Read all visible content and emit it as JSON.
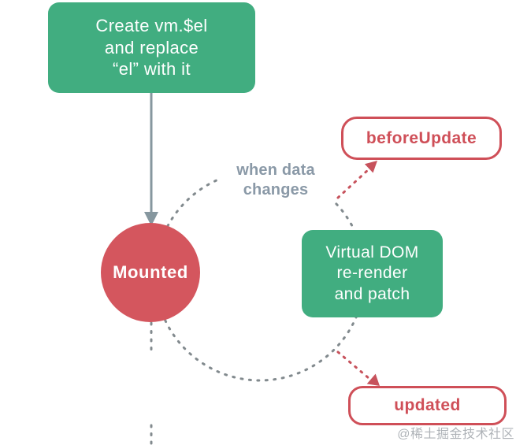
{
  "diagram": {
    "title_hint": "Vue instance lifecycle (mounted / update loop section)",
    "nodes": {
      "create_el": {
        "type": "process",
        "lines": [
          "Create vm.$el",
          "and replace",
          "“el” with it"
        ]
      },
      "mounted": {
        "type": "state",
        "label": "Mounted"
      },
      "before_update": {
        "type": "lifecycle-hook",
        "label": "beforeUpdate"
      },
      "virtual_dom": {
        "type": "process",
        "lines": [
          "Virtual DOM",
          "re-render",
          "and patch"
        ]
      },
      "updated": {
        "type": "lifecycle-hook",
        "label": "updated"
      }
    },
    "annotations": {
      "when_data_changes": {
        "lines": [
          "when data",
          "changes"
        ]
      }
    },
    "edges": [
      {
        "from": "create_el",
        "to": "mounted",
        "style": "solid-gray-arrow"
      },
      {
        "from": "mounted",
        "to": "update-loop",
        "style": "dashed-gray-circle"
      },
      {
        "from": "update-loop",
        "to": "before_update",
        "style": "dashed-red-arrow"
      },
      {
        "from": "update-loop",
        "to": "updated",
        "style": "dashed-red-arrow"
      },
      {
        "from": "mounted",
        "to": "off-screen-bottom",
        "style": "dashed-gray-line"
      }
    ],
    "watermark": "@稀土掘金技术社区",
    "colors": {
      "green": "#41ad80",
      "red_fill": "#d4565e",
      "red_outline": "#cf4f58",
      "gray_arrow": "#86979f",
      "gray_text": "#8a99a7",
      "dash_gray": "#828a8e",
      "dash_red": "#c7525c"
    }
  }
}
